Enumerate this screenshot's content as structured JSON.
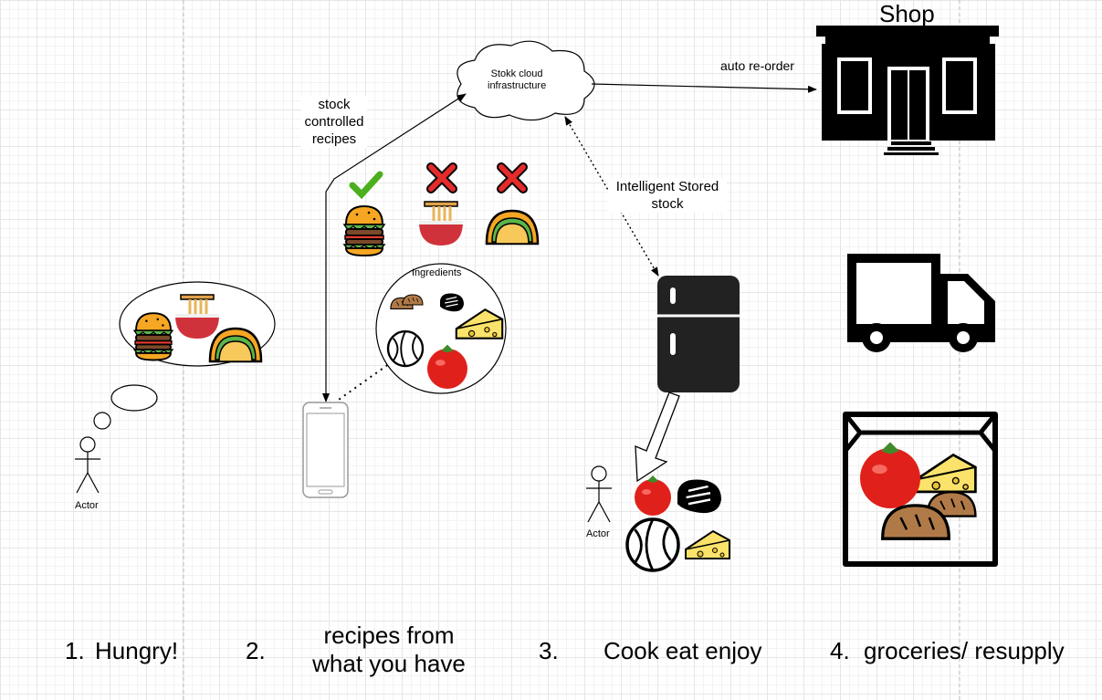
{
  "texts": {
    "shop": "Shop",
    "auto_reorder": "auto re-order",
    "cloud": "Stokk cloud\ninfrastructure",
    "stock_recipes": "stock\ncontrolled\nrecipes",
    "intelligent_stock": "Intelligent Stored\nstock",
    "ingredients": "Ingredients",
    "actor": "Actor",
    "actor2": "Actor"
  },
  "steps": [
    {
      "num": "1.",
      "label": "Hungry!"
    },
    {
      "num": "2.",
      "label": "recipes from\nwhat you have"
    },
    {
      "num": "3.",
      "label": "Cook eat enjoy"
    },
    {
      "num": "4.",
      "label": "groceries/ resupply"
    }
  ]
}
